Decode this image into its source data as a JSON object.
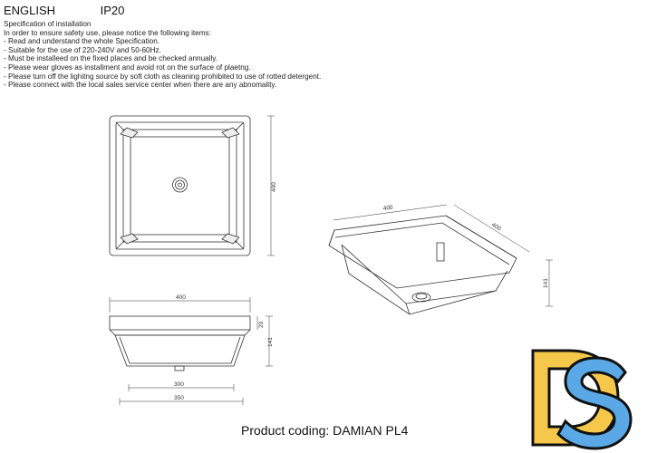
{
  "header": {
    "language": "ENGLISH",
    "rating": "IP20"
  },
  "spec": {
    "title": "Specification of installation",
    "intro": "In order to ensure safety use, please notice the following items:",
    "items": [
      "- Read and understand the whole Specification.",
      "- Suitable for the use of 220-240V and 50-60Hz.",
      "- Must be installeed on the fixed places and be checked annually.",
      "- Please wear gloves as installment and avoid rot on the surface of plaetng.",
      "- Please turn off the lighitng source by soft cloth as cleaning prohibited to use of rotted detergent.",
      "- Please connect with the local sales service center when there are any abnomality."
    ]
  },
  "dimensions": {
    "top_height": "400",
    "side_width": "400",
    "side_top": "20",
    "side_height": "141",
    "side_bottom_inner": "300",
    "side_bottom_outer": "350",
    "iso_width": "400",
    "iso_depth": "400",
    "iso_height": "141"
  },
  "footer": {
    "product_coding": "Product coding: DAMIAN PL4"
  },
  "logo": {
    "text": "DS",
    "colors": {
      "d": "#f5c84c",
      "s": "#5aa9e6",
      "outline": "#111111"
    }
  }
}
